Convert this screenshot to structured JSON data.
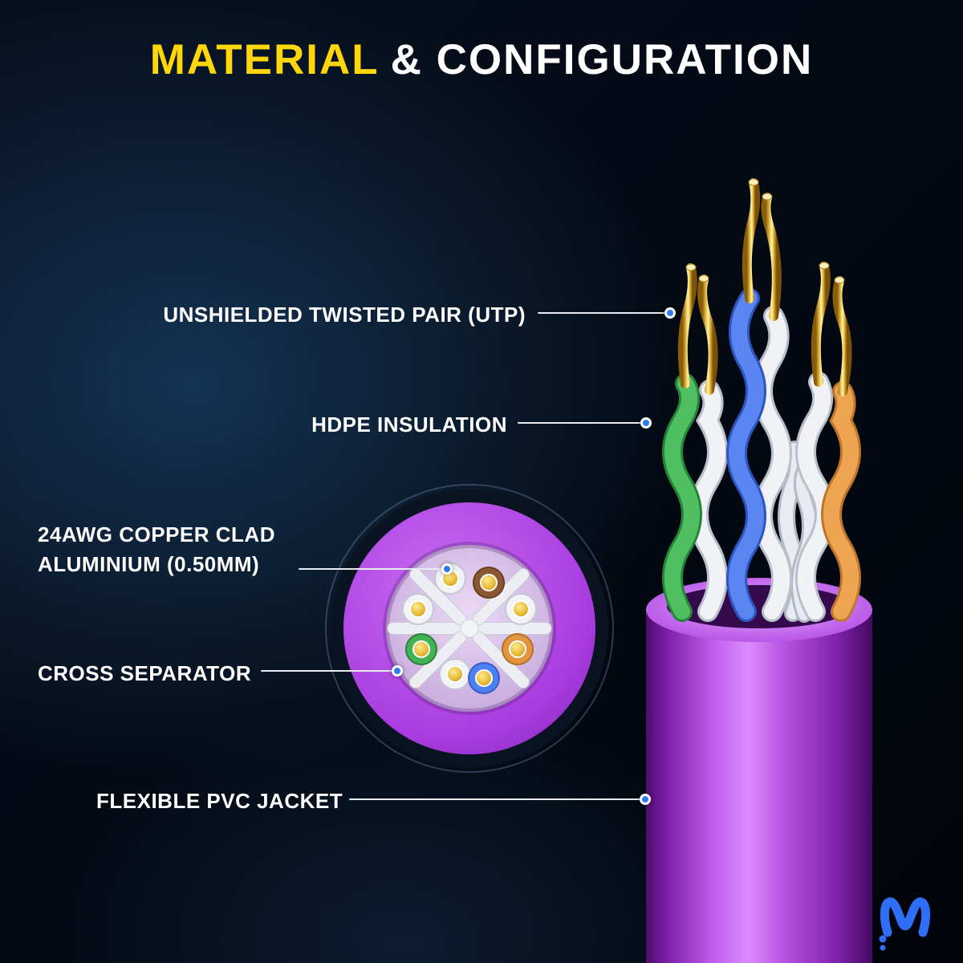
{
  "title": {
    "highlight": "MATERIAL",
    "rest": "& CONFIGURATION"
  },
  "callouts": [
    {
      "text": "UNSHIELDED TWISTED PAIR (UTP)"
    },
    {
      "text": "HDPE INSULATION"
    },
    {
      "line1": "24AWG COPPER CLAD",
      "line2": "ALUMINIUM (0.50MM)"
    },
    {
      "text": "CROSS SEPARATOR"
    },
    {
      "text": "FLEXIBLE PVC JACKET"
    }
  ],
  "colors": {
    "accent_yellow": "#ffd60a",
    "title_white": "#ffffff",
    "callout_dot_blue": "#2e7bf0",
    "jacket_purple": "#b44fe0",
    "wire_green": "#4fbf61",
    "wire_blue": "#5b86f2",
    "wire_orange": "#efa452",
    "wire_brown": "#8a5730",
    "wire_white": "#f0f2f6",
    "conductor_gold": "#e8c24a",
    "logo_blue": "#2f6ef6"
  },
  "icons": {
    "brand_logo": "wave-m-logo",
    "callout_marker": "blue-dot"
  }
}
